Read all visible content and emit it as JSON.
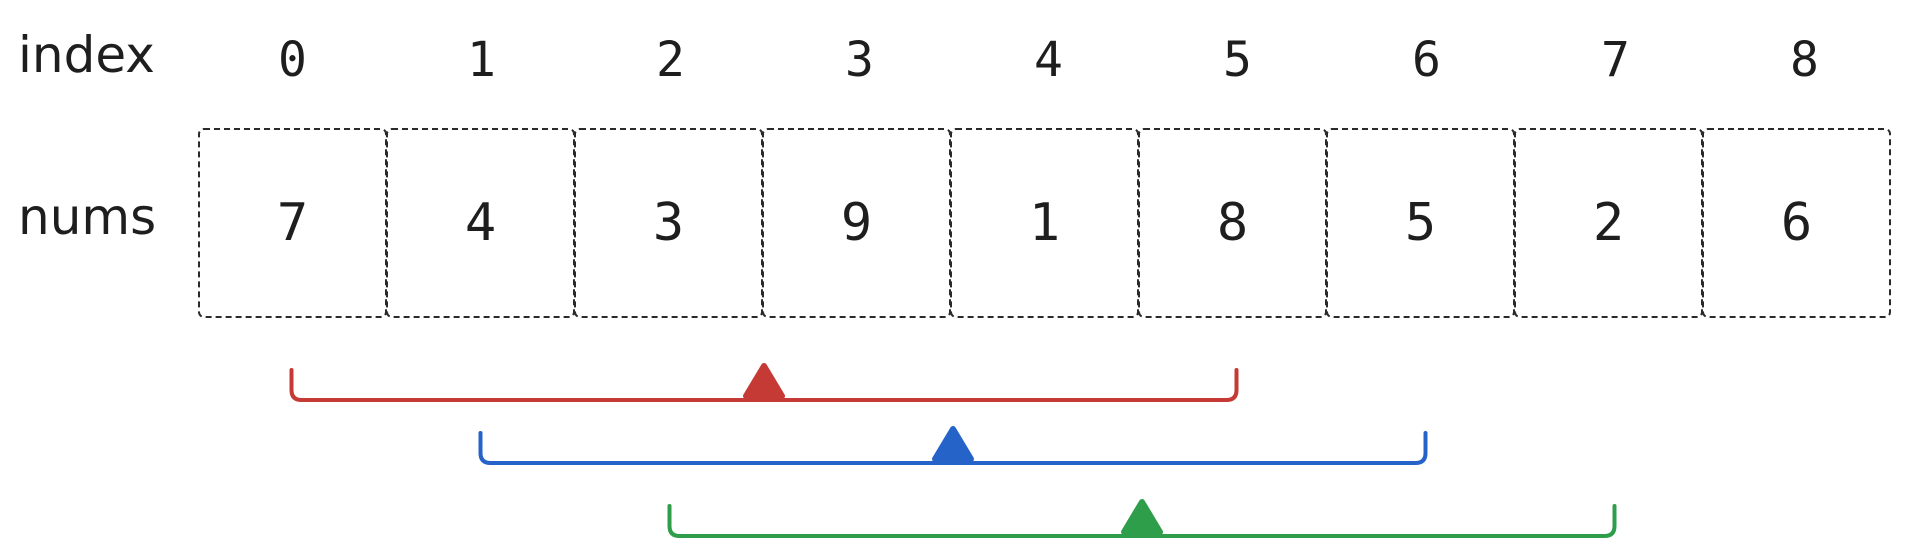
{
  "labels": {
    "index": "index",
    "nums": "nums"
  },
  "indices": [
    "0",
    "1",
    "2",
    "3",
    "4",
    "5",
    "6",
    "7",
    "8"
  ],
  "nums": [
    "7",
    "4",
    "3",
    "9",
    "1",
    "8",
    "5",
    "2",
    "6"
  ],
  "windows": [
    {
      "start_index": 0,
      "end_index": 5,
      "color": "#c53a35"
    },
    {
      "start_index": 1,
      "end_index": 6,
      "color": "#2563c9"
    },
    {
      "start_index": 2,
      "end_index": 7,
      "color": "#2e9e4b"
    }
  ]
}
